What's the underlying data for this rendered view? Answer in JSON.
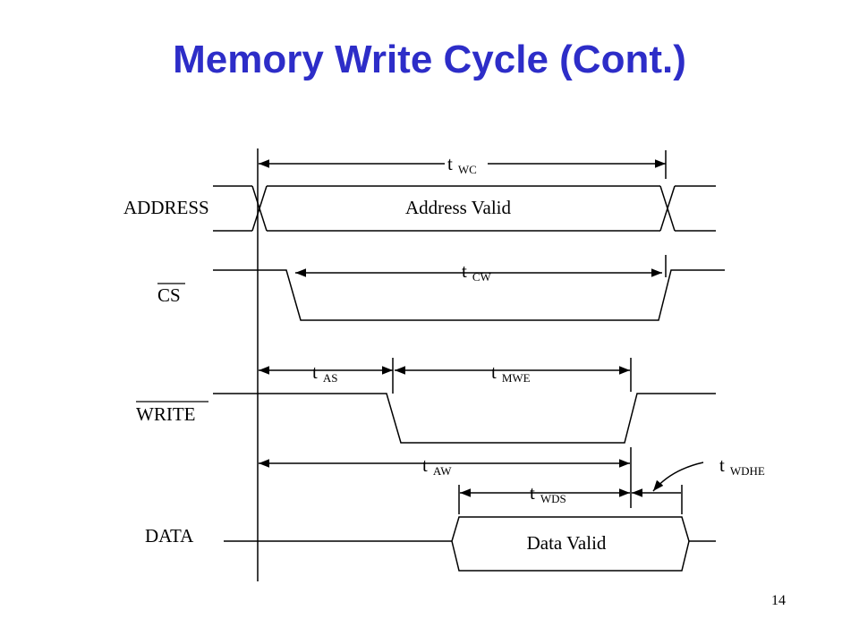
{
  "slide": {
    "title": "Memory Write Cycle (Cont.)",
    "page_number": "14"
  },
  "signals": {
    "address": "ADDRESS",
    "cs": "CS",
    "write": "WRITE",
    "data": "DATA"
  },
  "values": {
    "address_valid": "Address Valid",
    "data_valid": "Data Valid"
  },
  "timings": {
    "wc": {
      "main": "t",
      "sub": "WC"
    },
    "cw": {
      "main": "t",
      "sub": "CW"
    },
    "as": {
      "main": "t",
      "sub": "AS"
    },
    "mwe": {
      "main": "t",
      "sub": "MWE"
    },
    "aw": {
      "main": "t",
      "sub": "AW"
    },
    "wdhe": {
      "main": "t",
      "sub": "WDHE"
    },
    "wds": {
      "main": "t",
      "sub": "WDS"
    }
  },
  "colors": {
    "title": "#2d2dc8",
    "line": "#000000"
  }
}
